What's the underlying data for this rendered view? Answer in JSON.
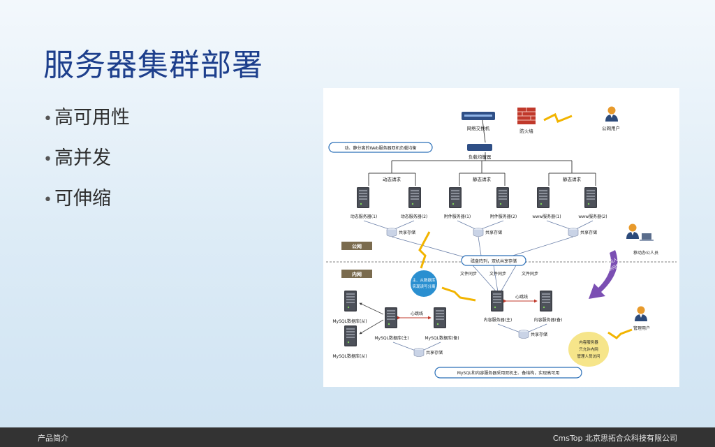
{
  "slide": {
    "title": "服务器集群部署",
    "bullets": [
      "高可用性",
      "高并发",
      "可伸缩"
    ],
    "bullet_glyph": "•"
  },
  "diagram": {
    "network_switch": "网络交换机",
    "firewall": "防火墙",
    "public_user": "公网用户",
    "load_balancer": "负载均衡器",
    "lb_note": "动、静分离的Web服务器双机负载均衡",
    "dynamic_request": "动态请求",
    "static_request_1": "静态请求",
    "static_request_2": "静态请求",
    "dyn_server_1": "动态服务器(1)",
    "dyn_server_2": "动态服务器(2)",
    "att_server_1": "附件服务器(1)",
    "att_server_2": "附件服务器(2)",
    "www_server_1": "www服务器(1)",
    "www_server_2": "www服务器(2)",
    "shared_storage_1": "共享存储",
    "shared_storage_2": "共享存储",
    "shared_storage_3": "共享存储",
    "mobile_user": "移动办公人员",
    "public_net": "公网",
    "internal_net": "内网",
    "disk_array": "磁盘阵列，双机共享存储",
    "master_slave_bubble_l1": "主、从数据库",
    "master_slave_bubble_l2": "实现读写分离",
    "vpn_arrow_l1": "外部办公人员通",
    "vpn_arrow_l2": "过VPN访问管理",
    "file_sync_1": "文件同步",
    "file_sync_2": "文件同步",
    "file_sync_3": "文件同步",
    "heartbeat_1": "心跳线",
    "heartbeat_2": "心跳线",
    "content_master": "内容服务器(主)",
    "content_backup": "内容服务器(备)",
    "shared_storage_4": "共享存储",
    "shared_storage_5": "共享存储",
    "mysql_slave_1": "MySQL数据库(从)",
    "mysql_slave_2": "MySQL数据库(从)",
    "mysql_master": "MySQL数据库(主)",
    "mysql_backup": "MySQL数据库(备)",
    "admin_user": "管理用户",
    "content_bubble_l1": "内容服务器",
    "content_bubble_l2": "只允许内网",
    "content_bubble_l3": "管理人员访问",
    "bottom_note": "MySQL和内容服务器采用双机主、备结构，实现高可用"
  },
  "footer": {
    "left": "产品简介",
    "right": "CmsTop 北京思拓合众科技有限公司"
  },
  "colors": {
    "title": "#1d3f8c",
    "footer_bg": "#333333",
    "bubble_blue": "#2a8fd0",
    "bubble_yellow": "#f6e58a",
    "arrow_purple": "#7b4fb3",
    "lightning": "#f2b400"
  },
  "icons": [
    "server-icon",
    "user-icon",
    "switch-icon",
    "firewall-icon",
    "storage-icon",
    "lightning-icon",
    "laptop-icon"
  ]
}
